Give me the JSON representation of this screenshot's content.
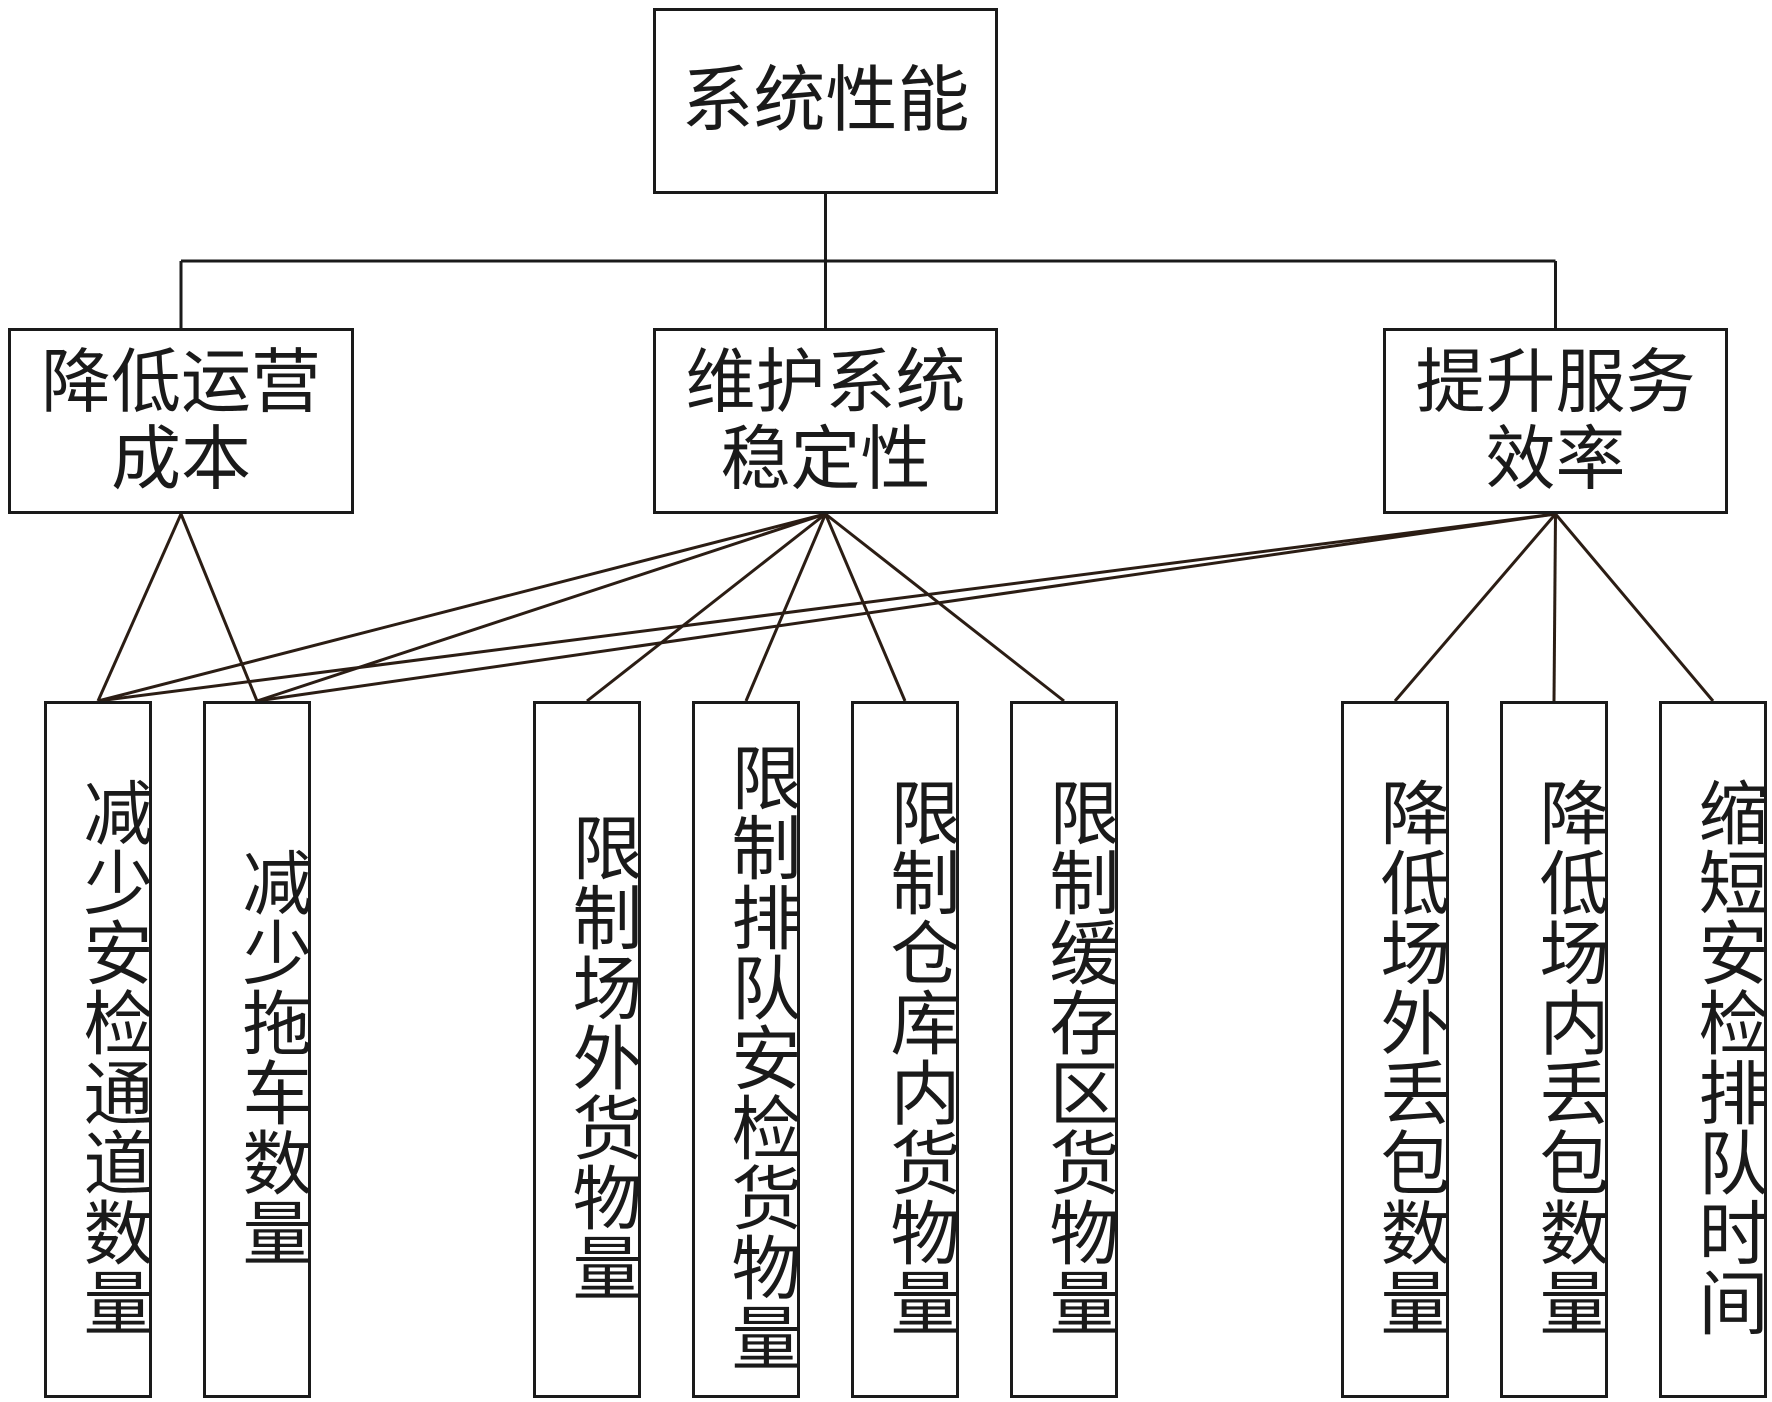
{
  "root": {
    "label": "系统性能"
  },
  "mid": [
    {
      "id": "cost",
      "label": "降低运营成本"
    },
    {
      "id": "stability",
      "label": "维护系统稳定性"
    },
    {
      "id": "efficiency",
      "label": "提升服务效率"
    }
  ],
  "leaves": [
    {
      "id": "leaf-1",
      "label": "减少安检通道数量"
    },
    {
      "id": "leaf-2",
      "label": "减少拖车数量"
    },
    {
      "id": "leaf-3",
      "label": "限制场外货物量"
    },
    {
      "id": "leaf-4",
      "label": "限制排队安检货物量"
    },
    {
      "id": "leaf-5",
      "label": "限制仓库内货物量"
    },
    {
      "id": "leaf-6",
      "label": "限制缓存区货物量"
    },
    {
      "id": "leaf-7",
      "label": "降低场外丢包数量"
    },
    {
      "id": "leaf-8",
      "label": "降低场内丢包数量"
    },
    {
      "id": "leaf-9",
      "label": "缩短安检排队时间"
    }
  ],
  "links": [
    [
      "cost",
      "leaf-1"
    ],
    [
      "cost",
      "leaf-2"
    ],
    [
      "stability",
      "leaf-1"
    ],
    [
      "stability",
      "leaf-2"
    ],
    [
      "stability",
      "leaf-3"
    ],
    [
      "stability",
      "leaf-4"
    ],
    [
      "stability",
      "leaf-5"
    ],
    [
      "stability",
      "leaf-6"
    ],
    [
      "efficiency",
      "leaf-1"
    ],
    [
      "efficiency",
      "leaf-2"
    ],
    [
      "efficiency",
      "leaf-7"
    ],
    [
      "efficiency",
      "leaf-8"
    ],
    [
      "efficiency",
      "leaf-9"
    ]
  ],
  "colors": {
    "stroke": "#1a1a1a",
    "link": "#2b1d14"
  }
}
